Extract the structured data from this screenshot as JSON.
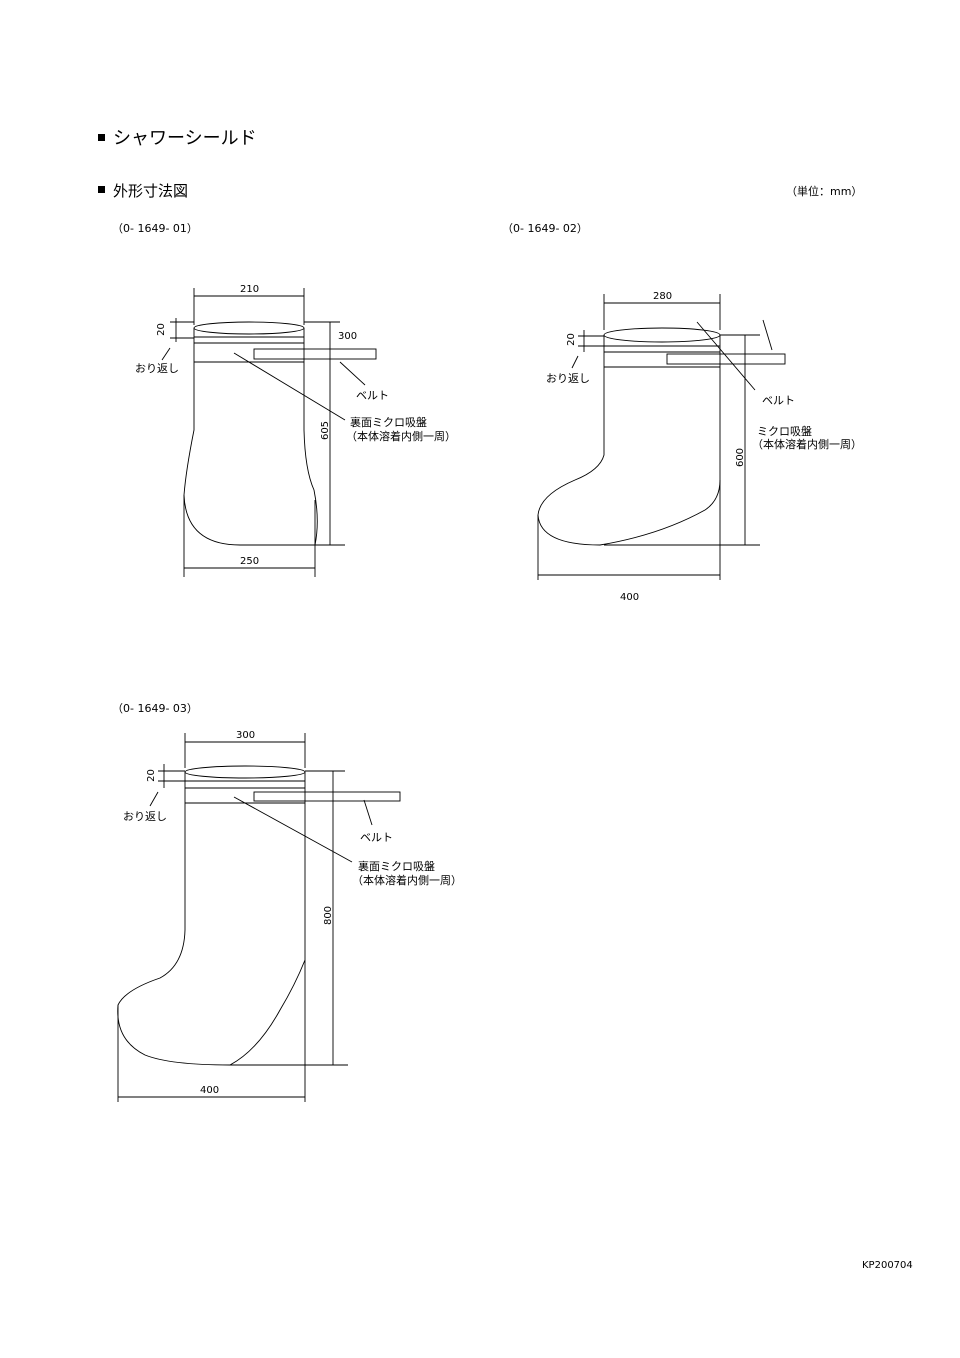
{
  "title": "シャワーシールド",
  "section": "外形寸法図",
  "unit": "（単位：mm）",
  "footer_code": "KP200704",
  "models": [
    {
      "code": "（0- 1649- 01）",
      "dims": {
        "top": "210",
        "fold": "20",
        "belt": "300",
        "height": "605",
        "bottom": "250"
      },
      "labels": {
        "fold": "おり返し",
        "belt": "ベルト",
        "sucker": "裏面ミクロ吸盤",
        "sucker_note": "（本体溶着内側一周）"
      }
    },
    {
      "code": "（0- 1649- 02）",
      "dims": {
        "top": "280",
        "fold": "20",
        "height": "600",
        "bottom": "400"
      },
      "labels": {
        "fold": "おり返し",
        "belt": "ベルト",
        "sucker": "ミクロ吸盤",
        "sucker_note": "（本体溶着内側一周）"
      }
    },
    {
      "code": "（0- 1649- 03）",
      "dims": {
        "top": "300",
        "fold": "20",
        "height": "800",
        "bottom": "400"
      },
      "labels": {
        "fold": "おり返し",
        "belt": "ベルト",
        "sucker": "裏面ミクロ吸盤",
        "sucker_note": "（本体溶着内側一周）"
      }
    }
  ]
}
